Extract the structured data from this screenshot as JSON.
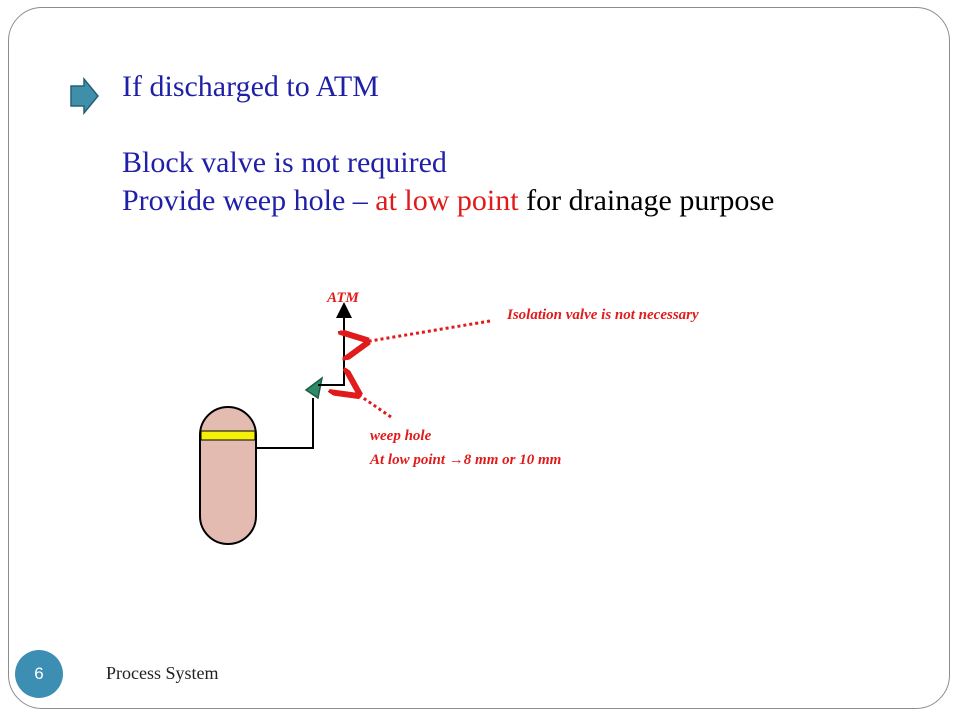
{
  "slide": {
    "heading": "If discharged to ATM",
    "line1": "Block valve is not required",
    "line2_part1": "Provide weep hole – ",
    "line2_part2": "at low point",
    "line2_part3": " for drainage purpose"
  },
  "diagram": {
    "atm_label": "ATM",
    "isolation_note": "Isolation valve is not necessary",
    "weep_label": "weep hole",
    "low_point_prefix": "At low point ",
    "low_point_arrow": "→",
    "low_point_value": "8 mm or 10 mm"
  },
  "footer": {
    "page_number": "6",
    "title": "Process System"
  },
  "colors": {
    "text_blue": "#1f1fa8",
    "accent_red": "#e11b1b",
    "vessel_fill": "#e4bbb0",
    "band_yellow": "#f5f00a",
    "valve_green": "#2e8b6a",
    "bullet_teal": "#3f8fa8",
    "badge_blue": "#3c8fb3"
  },
  "icons": {
    "bullet": "arrow-right-icon",
    "vessel": "vertical-vessel-icon",
    "valve": "relief-valve-icon"
  }
}
